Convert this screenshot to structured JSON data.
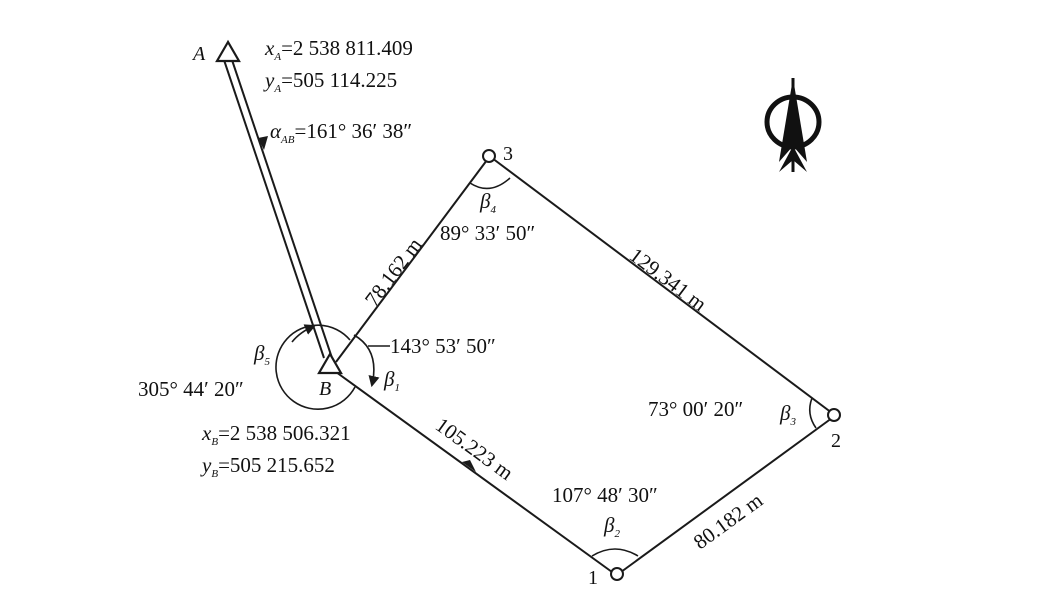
{
  "points": {
    "A": {
      "label": "A"
    },
    "B": {
      "label": "B"
    },
    "p1": {
      "label": "1"
    },
    "p2": {
      "label": "2"
    },
    "p3": {
      "label": "3"
    }
  },
  "coords": {
    "xA_prefix": "x",
    "xA_sub": "A",
    "xA_value": "=2 538 811.409",
    "yA_prefix": "y",
    "yA_sub": "A",
    "yA_value": "=505 114.225",
    "xB_prefix": "x",
    "xB_sub": "B",
    "xB_value": "=2 538 506.321",
    "yB_prefix": "y",
    "yB_sub": "B",
    "yB_value": "=505 215.652"
  },
  "azimuth": {
    "symbol": "α",
    "sub": "AB",
    "value": "=161° 36′ 38″"
  },
  "distances": {
    "B_3": "78.162 m",
    "3_2": "129.341 m",
    "B_1": "105.223 m",
    "1_2": "80.182 m"
  },
  "angles": {
    "b1_symbol": "β",
    "b1_sub": "1",
    "b1_value": "143° 53′ 50″",
    "b2_symbol": "β",
    "b2_sub": "2",
    "b2_value": "107° 48′ 30″",
    "b3_symbol": "β",
    "b3_sub": "3",
    "b3_value": "73° 00′ 20″",
    "b4_symbol": "β",
    "b4_sub": "4",
    "b4_value": "89° 33′ 50″",
    "b5_symbol": "β",
    "b5_sub": "5",
    "b5_value": "305° 44′ 20″"
  },
  "north_arrow": {
    "icon": "north-arrow-icon"
  },
  "colors": {
    "ink": "#1a1a1a",
    "background": "#ffffff"
  }
}
